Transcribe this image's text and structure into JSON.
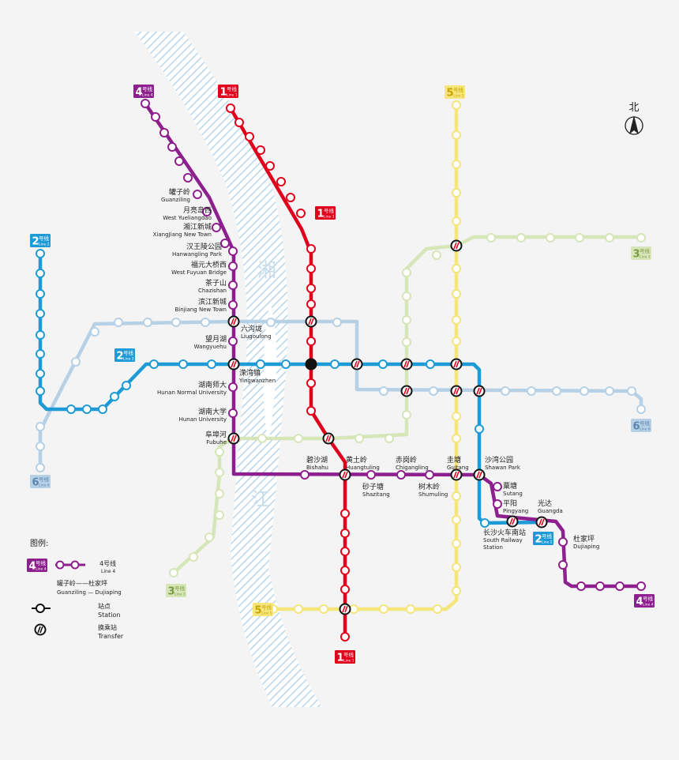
{
  "map": {
    "river_chars": [
      "湘",
      "江"
    ],
    "north_label": "北",
    "colors": {
      "line1": "#e0001b",
      "line2": "#1e9ad6",
      "line3": "#d6e6b8",
      "line4": "#8e1f8e",
      "line5": "#f5e57a",
      "line6": "#b6d0e6",
      "river": "#a9cde8"
    },
    "badges": [
      {
        "id": "b4top",
        "num": "4",
        "cn": "号线",
        "en": "Line 4",
        "color": "#8e1f8e",
        "text": "#ffffff"
      },
      {
        "id": "b1top",
        "num": "1",
        "cn": "号线",
        "en": "Line 1",
        "color": "#e0001b",
        "text": "#ffffff"
      },
      {
        "id": "b5top",
        "num": "5",
        "cn": "号线",
        "en": "Line 5",
        "color": "#f5e57a",
        "text": "#c9a400"
      },
      {
        "id": "b1mid",
        "num": "1",
        "cn": "号线",
        "en": "Line 1",
        "color": "#e0001b",
        "text": "#ffffff"
      },
      {
        "id": "b2left",
        "num": "2",
        "cn": "号线",
        "en": "Line 2",
        "color": "#1e9ad6",
        "text": "#ffffff"
      },
      {
        "id": "b2mid",
        "num": "2",
        "cn": "号线",
        "en": "Line 2",
        "color": "#1e9ad6",
        "text": "#ffffff"
      },
      {
        "id": "b3right",
        "num": "3",
        "cn": "号线",
        "en": "Line 3",
        "color": "#d6e6b8",
        "text": "#7a9a40"
      },
      {
        "id": "b6right",
        "num": "6",
        "cn": "号线",
        "en": "Line 6",
        "color": "#b6d0e6",
        "text": "#5a86b0"
      },
      {
        "id": "b6left",
        "num": "6",
        "cn": "号线",
        "en": "Line 6",
        "color": "#b6d0e6",
        "text": "#5a86b0"
      },
      {
        "id": "b3left",
        "num": "3",
        "cn": "号线",
        "en": "Line 3",
        "color": "#d6e6b8",
        "text": "#7a9a40"
      },
      {
        "id": "b5bottom",
        "num": "5",
        "cn": "号线",
        "en": "Line 5",
        "color": "#f5e57a",
        "text": "#c9a400"
      },
      {
        "id": "b1bottom",
        "num": "1",
        "cn": "号线",
        "en": "Line 1",
        "color": "#e0001b",
        "text": "#ffffff"
      },
      {
        "id": "b2bottom",
        "num": "2",
        "cn": "号线",
        "en": "Line 2",
        "color": "#1e9ad6",
        "text": "#ffffff"
      },
      {
        "id": "b4bottom",
        "num": "4",
        "cn": "号线",
        "en": "Line 4",
        "color": "#8e1f8e",
        "text": "#ffffff"
      },
      {
        "id": "b4legend",
        "num": "4",
        "cn": "号线",
        "en": "Line 4",
        "color": "#8e1f8e",
        "text": "#ffffff"
      }
    ],
    "stations": [
      {
        "id": "guanziling",
        "cn": "罐子岭",
        "en": "Guanziling"
      },
      {
        "id": "west_yueliangdao",
        "cn": "月亮岛西",
        "en": "West Yueliangdao"
      },
      {
        "id": "xiangjiang_new_town",
        "cn": "湘江新城",
        "en": "XiangJiang New Town"
      },
      {
        "id": "hanwangling_park",
        "cn": "汉王陵公园",
        "en": "Hanwangling Park"
      },
      {
        "id": "west_fuyuan_bridge",
        "cn": "福元大桥西",
        "en": "West Fuyuan Bridge"
      },
      {
        "id": "chazishan",
        "cn": "茶子山",
        "en": "Chazishan"
      },
      {
        "id": "binjiang_new_town",
        "cn": "滨江新城",
        "en": "Binjiang New Town"
      },
      {
        "id": "liugoulong",
        "cn": "六沟垅",
        "en": "Liugoulong"
      },
      {
        "id": "wangyuehu",
        "cn": "望月湖",
        "en": "Wangyuehu"
      },
      {
        "id": "yingwanzhen",
        "cn": "溁湾镇",
        "en": "Yingwanzhen"
      },
      {
        "id": "hunan_normal_university",
        "cn": "湖南师大",
        "en": "Hunan Normal University"
      },
      {
        "id": "hunan_university",
        "cn": "湖南大学",
        "en": "Hunan University"
      },
      {
        "id": "fubuhe",
        "cn": "阜埠河",
        "en": "Fubuhe"
      },
      {
        "id": "bishahu",
        "cn": "碧沙湖",
        "en": "Bishahu"
      },
      {
        "id": "huangtuling",
        "cn": "黄土岭",
        "en": "Huangtuling"
      },
      {
        "id": "shazitang",
        "cn": "砂子塘",
        "en": "Shazitang"
      },
      {
        "id": "chigangling",
        "cn": "赤岗岭",
        "en": "Chigangling"
      },
      {
        "id": "shumuling",
        "cn": "树木岭",
        "en": "Shumuling"
      },
      {
        "id": "guitang",
        "cn": "圭塘",
        "en": "Guitang"
      },
      {
        "id": "shawan_park",
        "cn": "沙湾公园",
        "en": "Shawan Park"
      },
      {
        "id": "sutang",
        "cn": "粟塘",
        "en": "Sutang"
      },
      {
        "id": "pingyang",
        "cn": "平阳",
        "en": "Pingyang"
      },
      {
        "id": "guangda",
        "cn": "光达",
        "en": "Guangda"
      },
      {
        "id": "south_railway_station",
        "cn": "长沙火车南站",
        "en": "South Railway",
        "en2": "Station"
      },
      {
        "id": "dujiaping",
        "cn": "杜家坪",
        "en": "Dujiaping"
      }
    ]
  },
  "legend": {
    "title": "图例:",
    "line_label_cn": "4号线",
    "line_label_en": "Line 4",
    "range_cn": "罐子岭——杜家坪",
    "range_en": "Guanziling — Dujiaping",
    "station_cn": "站点",
    "station_en": "Station",
    "transfer_cn": "换乘站",
    "transfer_en": "Transfer"
  }
}
